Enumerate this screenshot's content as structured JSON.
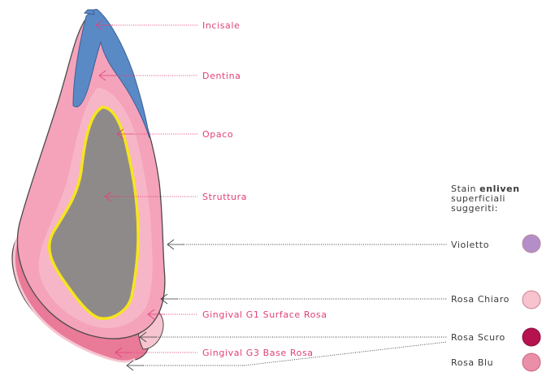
{
  "layers": [
    {
      "key": "incisale",
      "label": "Incisale",
      "color": "#5a8ac6"
    },
    {
      "key": "dentina",
      "label": "Dentina",
      "color": "#f4a3bb"
    },
    {
      "key": "opaco",
      "label": "Opaco",
      "color": "#f6e51d"
    },
    {
      "key": "struttura",
      "label": "Struttura",
      "color": "#8f8a8a"
    },
    {
      "key": "gingival_g1",
      "label": "Gingival G1 Surface Rosa",
      "color": "#f6c5d0"
    },
    {
      "key": "gingival_g3",
      "label": "Gingival G3 Base Rosa",
      "color": "#e97a98"
    }
  ],
  "stain_heading": {
    "prefix": "Stain ",
    "brand": "enliven",
    "line2": "superficiali",
    "line3": "suggeriti:"
  },
  "stains": [
    {
      "label": "Violetto",
      "color": "#b48ec8"
    },
    {
      "label": "Rosa Chiaro",
      "color": "#f6c3cf"
    },
    {
      "label": "Rosa Scuro",
      "color": "#b6124f"
    },
    {
      "label": "Rosa Blu",
      "color": "#eb8ea8"
    }
  ]
}
